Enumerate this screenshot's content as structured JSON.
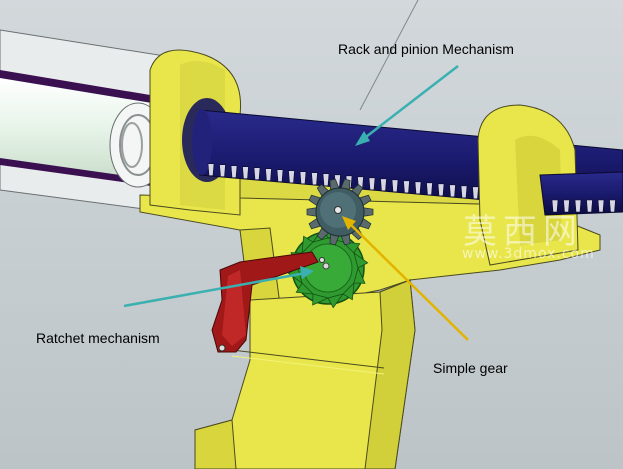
{
  "diagram": {
    "labels": {
      "rack_and_pinion": "Rack and pinion Mechanism",
      "ratchet": "Ratchet mechanism",
      "simple_gear": "Simple gear"
    },
    "watermark": {
      "chinese": "莫西网",
      "site": "www.3dmox.com"
    },
    "colors": {
      "background": "#c8d0d4",
      "frame_yellow": "#e8e64a",
      "rack_blue": "#1a1a6e",
      "pinion_gray": "#3f5d63",
      "ratchet_green": "#2f9a2f",
      "pawl_red": "#a01818",
      "arrow_teal": "#3bb0b0",
      "arrow_gold": "#e2b400"
    }
  }
}
